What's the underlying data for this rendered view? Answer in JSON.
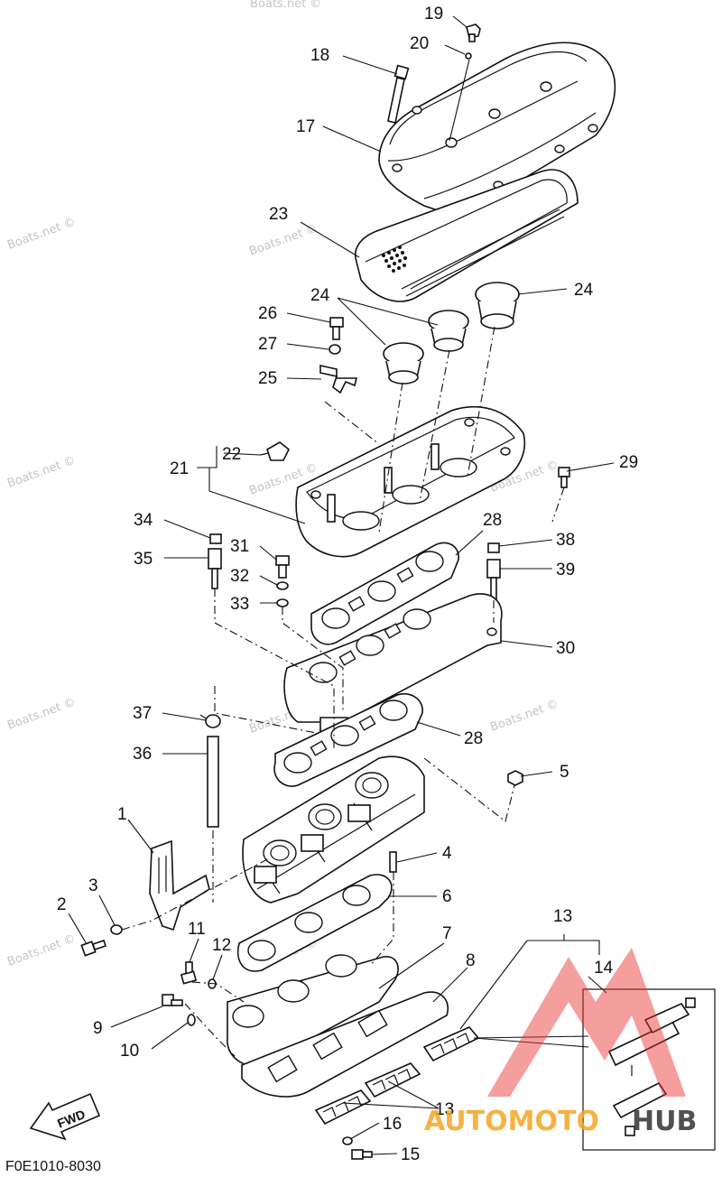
{
  "callouts": [
    {
      "id": "1",
      "label": "1"
    },
    {
      "id": "2",
      "label": "2"
    },
    {
      "id": "3",
      "label": "3"
    },
    {
      "id": "4",
      "label": "4"
    },
    {
      "id": "5",
      "label": "5"
    },
    {
      "id": "6",
      "label": "6"
    },
    {
      "id": "7",
      "label": "7"
    },
    {
      "id": "8",
      "label": "8"
    },
    {
      "id": "9",
      "label": "9"
    },
    {
      "id": "10",
      "label": "10"
    },
    {
      "id": "11",
      "label": "11"
    },
    {
      "id": "12",
      "label": "12"
    },
    {
      "id": "13",
      "label": "13"
    },
    {
      "id": "14",
      "label": "14"
    },
    {
      "id": "15",
      "label": "15"
    },
    {
      "id": "16",
      "label": "16"
    },
    {
      "id": "17",
      "label": "17"
    },
    {
      "id": "18",
      "label": "18"
    },
    {
      "id": "19",
      "label": "19"
    },
    {
      "id": "20",
      "label": "20"
    },
    {
      "id": "21",
      "label": "21"
    },
    {
      "id": "22",
      "label": "22"
    },
    {
      "id": "23",
      "label": "23"
    },
    {
      "id": "24",
      "label": "24"
    },
    {
      "id": "25",
      "label": "25"
    },
    {
      "id": "26",
      "label": "26"
    },
    {
      "id": "27",
      "label": "27"
    },
    {
      "id": "28",
      "label": "28"
    },
    {
      "id": "29",
      "label": "29"
    },
    {
      "id": "30",
      "label": "30"
    },
    {
      "id": "31",
      "label": "31"
    },
    {
      "id": "32",
      "label": "32"
    },
    {
      "id": "33",
      "label": "33"
    },
    {
      "id": "34",
      "label": "34"
    },
    {
      "id": "35",
      "label": "35"
    },
    {
      "id": "36",
      "label": "36"
    },
    {
      "id": "37",
      "label": "37"
    },
    {
      "id": "38",
      "label": "38"
    },
    {
      "id": "39",
      "label": "39"
    }
  ],
  "diagram_code": "F0E1010-8030",
  "direction_label": "FWD",
  "watermark_text": "Boats.net ©",
  "logo": {
    "text_left": "AUTOMOTO",
    "text_right": "HUB",
    "color_primary": "#e8302f",
    "color_secondary": "#f5a623",
    "color_text_dark": "#333333"
  },
  "colors": {
    "line": "#111111",
    "background": "#ffffff",
    "watermark": "#c4c4c4"
  }
}
